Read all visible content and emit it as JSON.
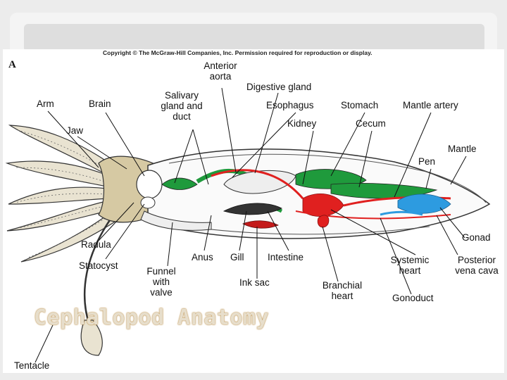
{
  "figure": {
    "copyright": "Copyright © The McGraw-Hill Companies, Inc. Permission required for reproduction or display.",
    "panel_letter": "A",
    "labels": {
      "arm": "Arm",
      "brain": "Brain",
      "jaw": "Jaw",
      "salivary": "Salivary\ngland and\nduct",
      "anterior_aorta": "Anterior\naorta",
      "digestive_gland": "Digestive gland",
      "esophagus": "Esophagus",
      "kidney": "Kidney",
      "stomach": "Stomach",
      "cecum": "Cecum",
      "mantle_artery": "Mantle artery",
      "mantle": "Mantle",
      "pen": "Pen",
      "gonad": "Gonad",
      "radula": "Radula",
      "statocyst": "Statocyst",
      "funnel": "Funnel\nwith\nvalve",
      "anus": "Anus",
      "gill": "Gill",
      "intestine": "Intestine",
      "ink_sac": "Ink sac",
      "branchial_heart": "Branchial\nheart",
      "systemic_heart": "Systemic\nheart",
      "posterior_vena_cava": "Posterior\nvena cava",
      "gonoduct": "Gonoduct",
      "tentacle": "Tentacle"
    }
  },
  "slide": {
    "title": "Cephalopod Anatomy"
  },
  "colors": {
    "digestive_green": "#1f9a3c",
    "blood_red": "#e0201f",
    "gonad_blue": "#2d9be0",
    "title_outline": "#b6873c"
  }
}
